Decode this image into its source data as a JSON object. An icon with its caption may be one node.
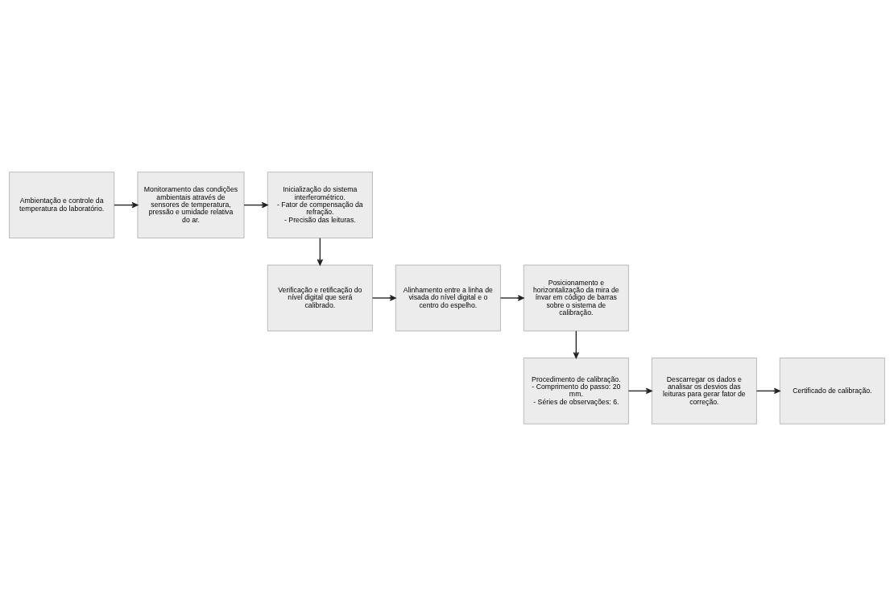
{
  "diagram": {
    "nodes": [
      {
        "text": [
          "Ambientação e controle da temperatura do laboratório."
        ]
      },
      {
        "text": [
          "Monitoramento das condições ambientais através de sensores de temperatura, pressão e umidade relativa do ar."
        ]
      },
      {
        "text": [
          "Inicialização do sistema interferométrico.",
          "- Fator de compensação da refração.",
          "- Precisão das leituras."
        ]
      },
      {
        "text": [
          "Verificação e retificação do nível digital que será calibrado."
        ]
      },
      {
        "text": [
          "Alinhamento entre a linha de visada do nível digital e o centro do espelho."
        ]
      },
      {
        "text": [
          "Posicionamento e horizontalização da mira de ínvar em código de barras sobre o sistema de calibração."
        ]
      },
      {
        "text": [
          "Procedimento de calibração.",
          "- Comprimento do passo: 20 mm.",
          "- Séries de observações: 6."
        ]
      },
      {
        "text": [
          "Descarregar os dados e analisar os desvios das leituras para gerar fator de correção."
        ]
      },
      {
        "text": [
          "Certificado de calibração."
        ]
      }
    ],
    "edges": [
      {
        "from": 0,
        "to": 1,
        "arrow": "to"
      },
      {
        "from": 1,
        "to": 2,
        "arrow": "to"
      },
      {
        "from": 2,
        "to": 3,
        "arrow": "to"
      },
      {
        "from": 3,
        "to": 4,
        "arrow": "to"
      },
      {
        "from": 4,
        "to": 5,
        "arrow": "to"
      },
      {
        "from": 5,
        "to": 6,
        "arrow": "to"
      },
      {
        "from": 6,
        "to": 7,
        "arrow": "to"
      },
      {
        "from": 7,
        "to": 8,
        "arrow": "to"
      }
    ]
  }
}
